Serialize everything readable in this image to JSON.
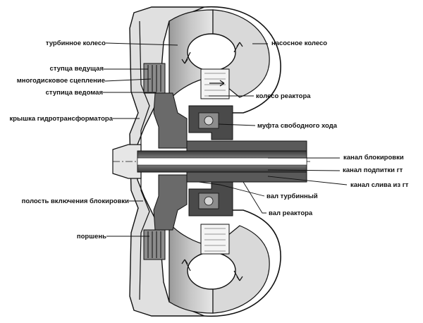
{
  "labels": {
    "turbine_wheel": "турбинное колесо",
    "drive_hub": "ступца ведущая",
    "multidisc_clutch": "многодисковое сцепление",
    "driven_hub": "ступица ведомая",
    "converter_cover": "крышка гидротрансформатора",
    "lockup_cavity": "полость включения блокировки",
    "piston": "поршень",
    "pump_wheel": "насосное колесо",
    "reactor_wheel": "колесо реактора",
    "freewheel_clutch": "муфта свободного хода",
    "lockup_channel": "канал блокировки",
    "feed_channel": "канал подпитки гт",
    "drain_channel": "канал слива из гт",
    "turbine_shaft": "вал турбинный",
    "reactor_shaft": "вал реактора"
  },
  "colors": {
    "line": "#111111",
    "metal_dark": "#4a4a4a",
    "metal_mid": "#8c8c8c",
    "metal_light": "#d6d6d6",
    "blade": "#bdbdbd"
  }
}
